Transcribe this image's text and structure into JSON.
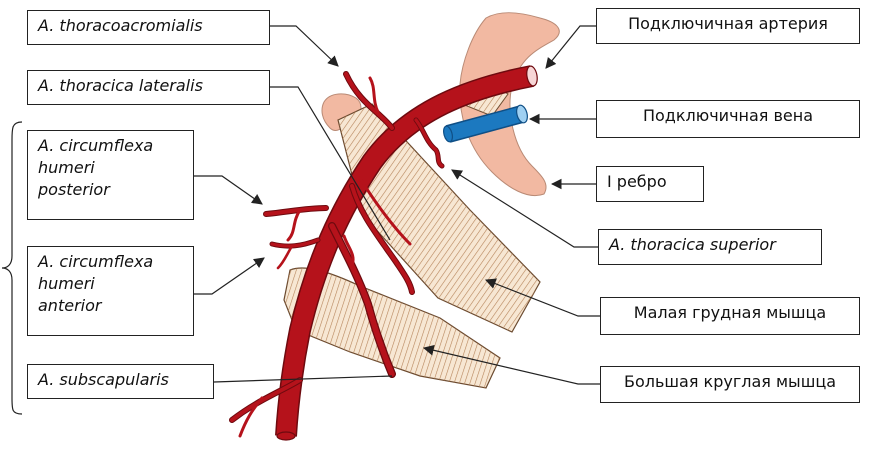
{
  "labels": {
    "thoracoacromialis": "A. thoracoacromialis",
    "thoracica_lateralis": "A. thoracica lateralis",
    "circumflexa_posterior": [
      "A. circumflexa",
      "humeri",
      "posterior"
    ],
    "circumflexa_anterior": [
      "A. circumflexa",
      "humeri",
      "anterior"
    ],
    "subscapularis": "A. subscapularis",
    "subclavian_artery": "Подключичная артерия",
    "subclavian_vein": "Подключичная вена",
    "first_rib": "I ребро",
    "thoracica_superior": "A. thoracica superior",
    "pectoralis_minor": "Малая грудная мышца",
    "teres_major": "Большая круглая мышца"
  },
  "colors": {
    "artery": "#b5121b",
    "artery_stroke": "#6e0a0f",
    "vein": "#1c79c0",
    "bone": "#f2b9a2",
    "muscle_fill": "#f7e7d3",
    "muscle_hatch": "#b5835a",
    "line": "#222222"
  }
}
